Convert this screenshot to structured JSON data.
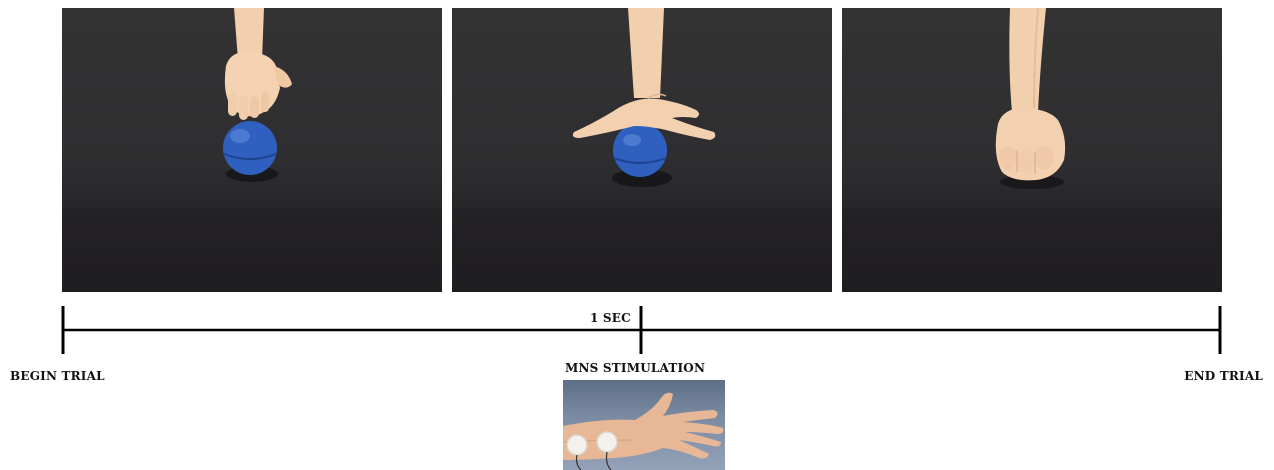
{
  "timeline": {
    "begin_label": "BEGIN TRIAL",
    "interval_label": "1 SEC",
    "stimulation_label": "MNS STIMULATION",
    "end_label": "END TRIAL"
  },
  "panels": [
    {
      "depicts": "hand above blue ball"
    },
    {
      "depicts": "hand touching blue ball"
    },
    {
      "depicts": "hand closed in fist, ball removed"
    }
  ],
  "colors": {
    "ball": "#2f5fbf",
    "tablecloth": "#2e2d2f",
    "skin": "#f0c8a4",
    "electrode": "#f4f1ec",
    "timeline": "#000000"
  }
}
